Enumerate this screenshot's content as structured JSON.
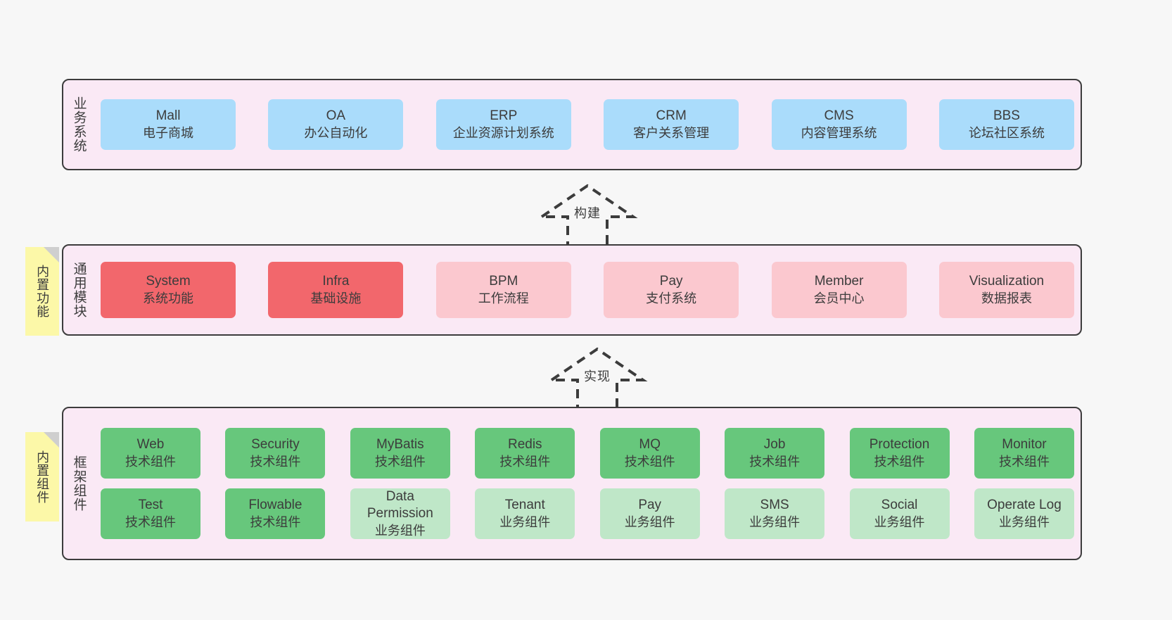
{
  "diagram": {
    "background_color": "#f7f7f7",
    "layer_fill": "#fae9f5",
    "layer_border": "#3c3c3c",
    "sticky_color": "#fcf8a8",
    "layers": [
      {
        "id": "business",
        "label": "业务系统",
        "card_color": "#aadcfb",
        "cards": [
          {
            "en": "Mall",
            "cn": "电子商城"
          },
          {
            "en": "OA",
            "cn": "办公自动化"
          },
          {
            "en": "ERP",
            "cn": "企业资源计划系统"
          },
          {
            "en": "CRM",
            "cn": "客户关系管理"
          },
          {
            "en": "CMS",
            "cn": "内容管理系统"
          },
          {
            "en": "BBS",
            "cn": "论坛社区系统"
          }
        ]
      },
      {
        "id": "modules",
        "label": "通用模块",
        "sticky": "内置功能",
        "card_color_primary": "#f2676c",
        "card_color_secondary": "#fbc8cf",
        "cards": [
          {
            "en": "System",
            "cn": "系统功能",
            "style": "red-solid"
          },
          {
            "en": "Infra",
            "cn": "基础设施",
            "style": "red-solid"
          },
          {
            "en": "BPM",
            "cn": "工作流程",
            "style": "red-soft"
          },
          {
            "en": "Pay",
            "cn": "支付系统",
            "style": "red-soft"
          },
          {
            "en": "Member",
            "cn": "会员中心",
            "style": "red-soft"
          },
          {
            "en": "Visualization",
            "cn": "数据报表",
            "style": "red-soft"
          }
        ]
      },
      {
        "id": "framework",
        "label": "框架组件",
        "sticky": "内置组件",
        "card_color_primary": "#67c77c",
        "card_color_secondary": "#bfe7c8",
        "row1": [
          {
            "en": "Web",
            "cn": "技术组件",
            "style": "green-solid"
          },
          {
            "en": "Security",
            "cn": "技术组件",
            "style": "green-solid"
          },
          {
            "en": "MyBatis",
            "cn": "技术组件",
            "style": "green-solid"
          },
          {
            "en": "Redis",
            "cn": "技术组件",
            "style": "green-solid"
          },
          {
            "en": "MQ",
            "cn": "技术组件",
            "style": "green-solid"
          },
          {
            "en": "Job",
            "cn": "技术组件",
            "style": "green-solid"
          },
          {
            "en": "Protection",
            "cn": "技术组件",
            "style": "green-solid"
          },
          {
            "en": "Monitor",
            "cn": "技术组件",
            "style": "green-solid"
          }
        ],
        "row2": [
          {
            "en": "Test",
            "cn": "技术组件",
            "style": "green-solid"
          },
          {
            "en": "Flowable",
            "cn": "技术组件",
            "style": "green-solid"
          },
          {
            "en": "Data Permission",
            "cn": "业务组件",
            "style": "green-soft"
          },
          {
            "en": "Tenant",
            "cn": "业务组件",
            "style": "green-soft"
          },
          {
            "en": "Pay",
            "cn": "业务组件",
            "style": "green-soft"
          },
          {
            "en": "SMS",
            "cn": "业务组件",
            "style": "green-soft"
          },
          {
            "en": "Social",
            "cn": "业务组件",
            "style": "green-soft"
          },
          {
            "en": "Operate Log",
            "cn": "业务组件",
            "style": "green-soft"
          }
        ]
      }
    ],
    "connectors": [
      {
        "id": "build",
        "label": "构建",
        "direction": "up",
        "style": "dashed-hollow-arrow"
      },
      {
        "id": "impl",
        "label": "实现",
        "direction": "up",
        "style": "dashed-hollow-arrow"
      }
    ]
  }
}
